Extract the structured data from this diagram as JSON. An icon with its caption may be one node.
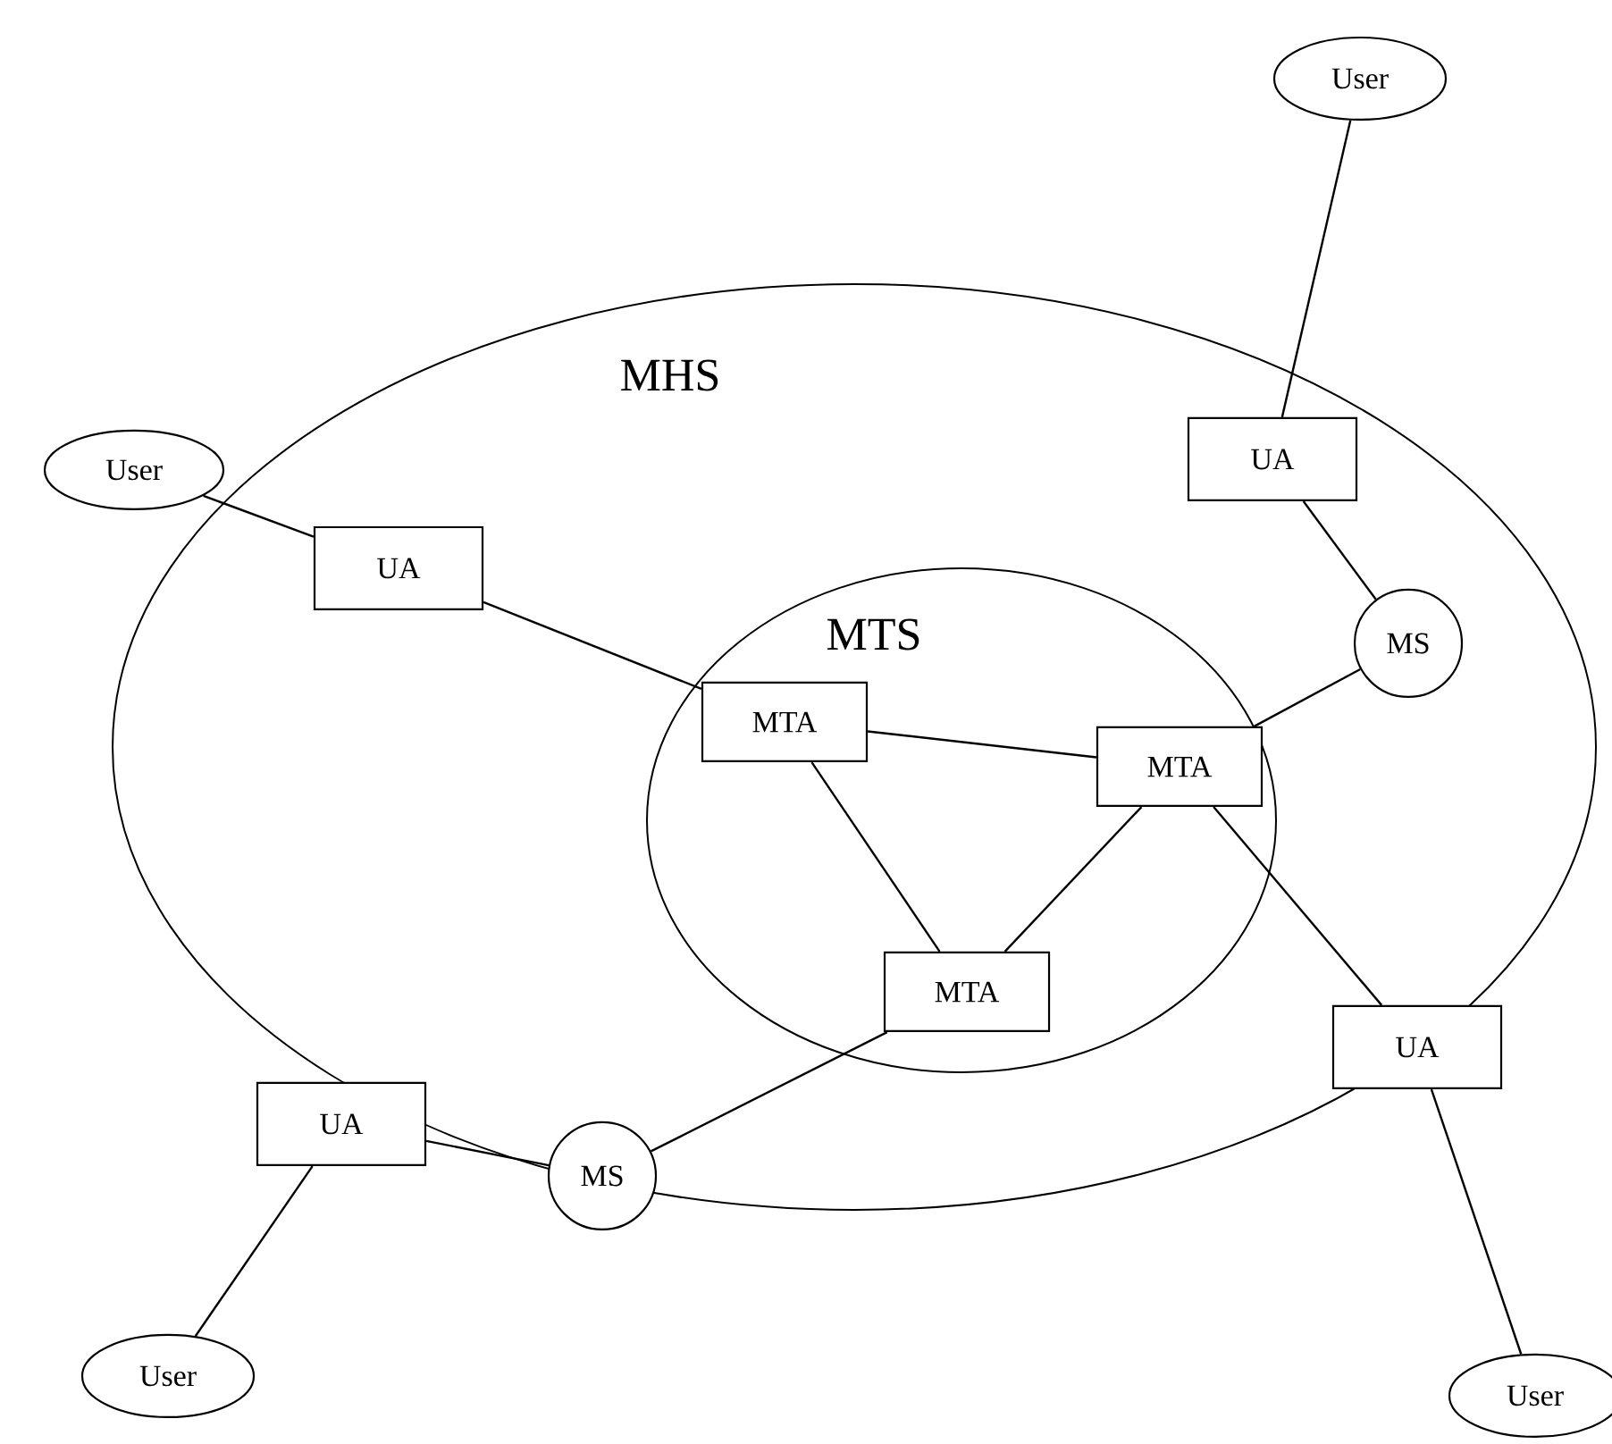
{
  "diagram": {
    "nodes": [
      {
        "text": [
          "MHS"
        ]
      },
      {
        "text": [
          "MTS"
        ],
        "in": 0
      },
      {
        "text": [
          "User"
        ]
      },
      {
        "text": [
          "User"
        ]
      },
      {
        "text": [
          "UA"
        ],
        "in": 0
      },
      {
        "text": [
          "MS"
        ],
        "in": 0
      },
      {
        "text": [
          "UA"
        ],
        "in": 0
      },
      {
        "text": [
          "MTA"
        ],
        "in": 1
      },
      {
        "text": [
          "MTA"
        ],
        "in": 1
      },
      {
        "text": [
          "MTA"
        ],
        "in": 1
      },
      {
        "text": [
          "UA"
        ],
        "in": 0
      },
      {
        "text": [
          "MS"
        ],
        "in": 0
      },
      {
        "text": [
          "UA"
        ],
        "in": 0
      },
      {
        "text": [
          "User"
        ]
      },
      {
        "text": [
          "User"
        ]
      }
    ],
    "edges": [
      {
        "from": 2,
        "to": 4,
        "arrow": "none"
      },
      {
        "from": 3,
        "to": 6,
        "arrow": "none"
      },
      {
        "from": 4,
        "to": 5,
        "arrow": "none"
      },
      {
        "from": 5,
        "to": 8,
        "arrow": "none"
      },
      {
        "from": 6,
        "to": 7,
        "arrow": "none"
      },
      {
        "from": 7,
        "to": 8,
        "arrow": "none"
      },
      {
        "from": 7,
        "to": 9,
        "arrow": "none"
      },
      {
        "from": 8,
        "to": 9,
        "arrow": "none"
      },
      {
        "from": 9,
        "to": 11,
        "arrow": "none"
      },
      {
        "from": 10,
        "to": 11,
        "arrow": "none"
      },
      {
        "from": 10,
        "to": 13,
        "arrow": "none"
      },
      {
        "from": 8,
        "to": 12,
        "arrow": "none"
      },
      {
        "from": 12,
        "to": 14,
        "arrow": "none"
      }
    ]
  }
}
